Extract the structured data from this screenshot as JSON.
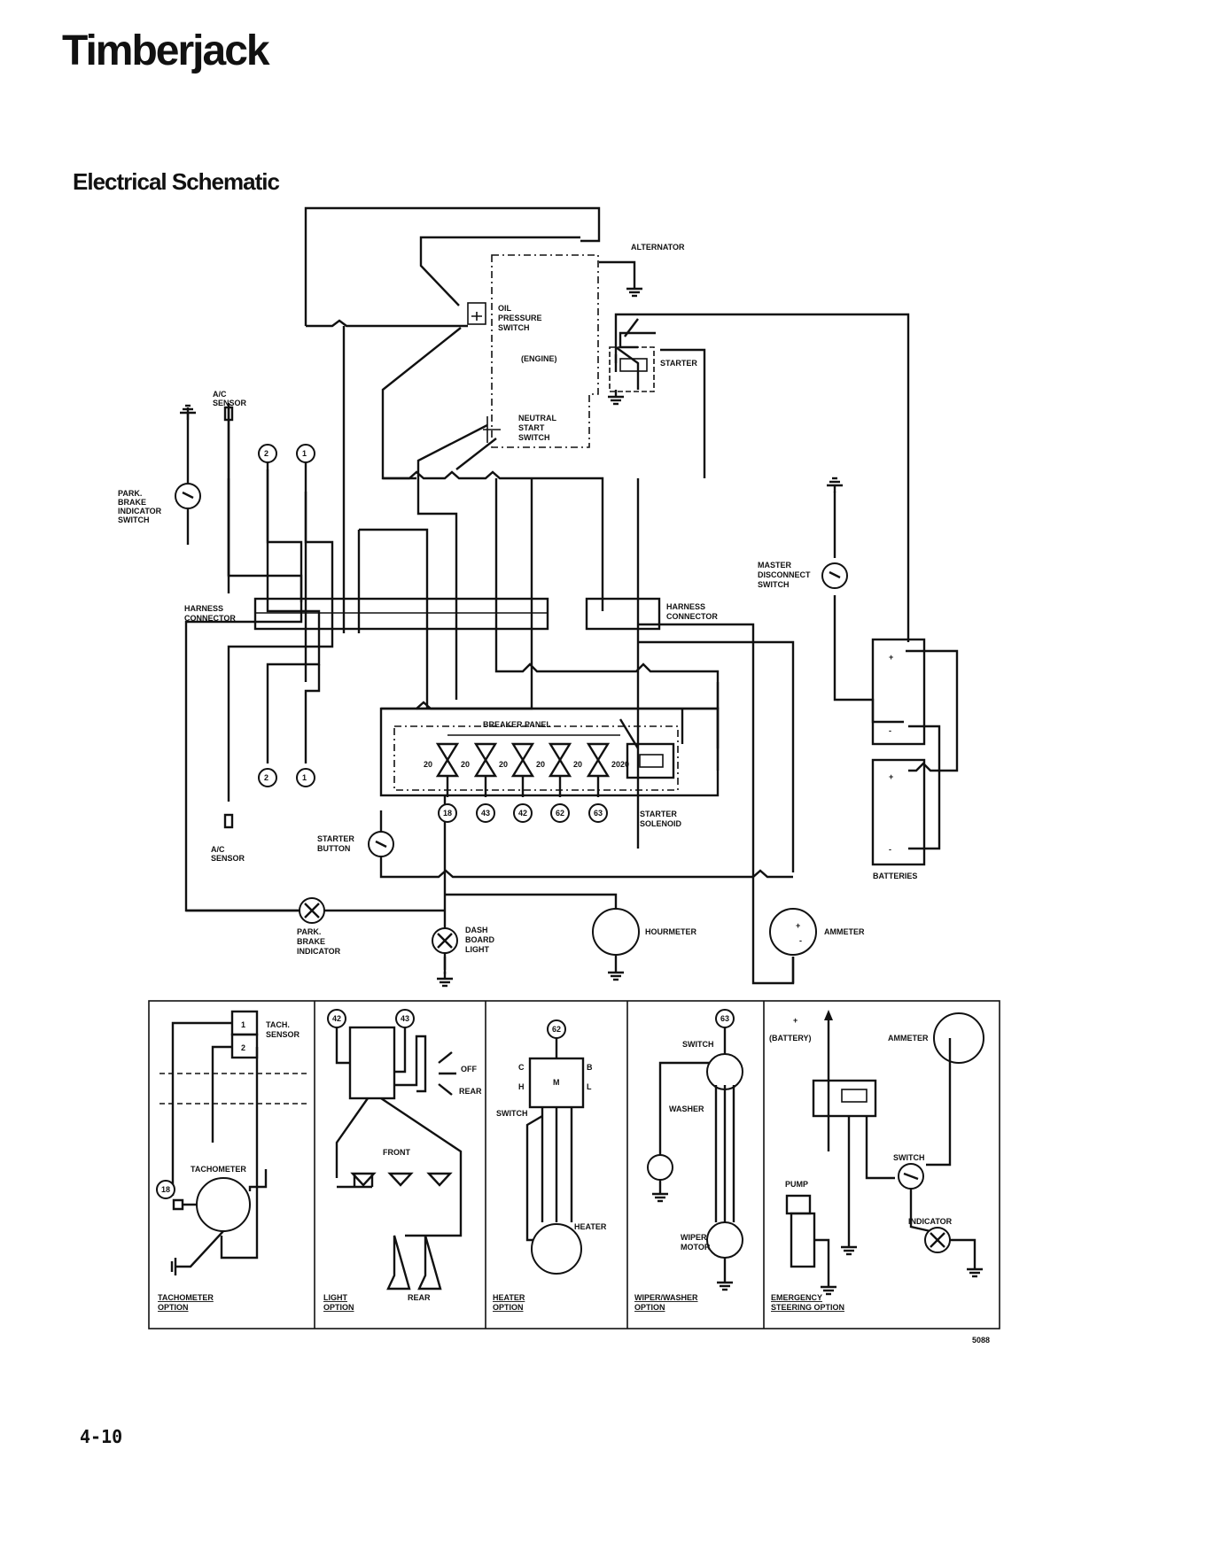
{
  "header": {
    "brand": "Timberjack",
    "section_title": "Electrical Schematic"
  },
  "labels": {
    "alternator": "ALTERNATOR",
    "oil_pressure": [
      "OIL",
      "PRESSURE",
      "SWITCH"
    ],
    "engine": "(ENGINE)",
    "starter": "STARTER",
    "neutral_start": [
      "NEUTRAL",
      "START",
      "SWITCH"
    ],
    "ac_sensor_top": [
      "A/C",
      "SENSOR"
    ],
    "park_brake_switch": [
      "PARK.",
      "BRAKE",
      "INDICATOR",
      "SWITCH"
    ],
    "harness_left": [
      "HARNESS",
      "CONNECTOR"
    ],
    "harness_right": [
      "HARNESS",
      "CONNECTOR"
    ],
    "master_disconnect": [
      "MASTER",
      "DISCONNECT",
      "SWITCH"
    ],
    "breaker_panel": "BREAKER PANEL",
    "breaker_amps": [
      "20",
      "20",
      "20",
      "20",
      "20",
      "20",
      "20"
    ],
    "circuit_numbers": [
      "18",
      "43",
      "42",
      "62",
      "63"
    ],
    "starter_solenoid": [
      "STARTER",
      "SOLENOID"
    ],
    "ac_sensor_bottom": [
      "A/C",
      "SENSOR"
    ],
    "starter_button": [
      "STARTER",
      "BUTTON"
    ],
    "park_brake_indicator": [
      "PARK.",
      "BRAKE",
      "INDICATOR"
    ],
    "dash_light": [
      "DASH",
      "BOARD",
      "LIGHT"
    ],
    "hourmeter": "HOURMETER",
    "ammeter": "AMMETER",
    "batteries": "BATTERIES",
    "plus": "+",
    "minus": "-",
    "connector_numbers": [
      "2",
      "1"
    ]
  },
  "options": {
    "tachometer": {
      "title": [
        "TACHOMETER",
        "OPTION"
      ],
      "sensor": [
        "TACH.",
        "SENSOR"
      ],
      "gauge": "TACHOMETER",
      "circuit": "18",
      "pins": [
        "1",
        "2"
      ]
    },
    "light": {
      "title": [
        "LIGHT",
        "OPTION"
      ],
      "circuits": [
        "42",
        "43"
      ],
      "off": "OFF",
      "rear_switch": "REAR",
      "front": "FRONT",
      "rear_lamps": "REAR"
    },
    "heater": {
      "title": [
        "HEATER",
        "OPTION"
      ],
      "circuit": "62",
      "switch": "SWITCH",
      "heater": "HEATER",
      "pins": [
        "C",
        "H",
        "M",
        "B",
        "L"
      ]
    },
    "wiper": {
      "title": [
        "WIPER/WASHER",
        "OPTION"
      ],
      "circuit": "63",
      "switch": "SWITCH",
      "washer": "WASHER",
      "motor": [
        "WIPER",
        "MOTOR"
      ]
    },
    "steering": {
      "title": [
        "EMERGENCY",
        "STEERING OPTION"
      ],
      "plus": "+",
      "battery": "(BATTERY)",
      "ammeter": "AMMETER",
      "switch": "SWITCH",
      "pump": "PUMP",
      "indicator": "INDICATOR"
    }
  },
  "figure_number": "5088",
  "page_number": "4-10"
}
